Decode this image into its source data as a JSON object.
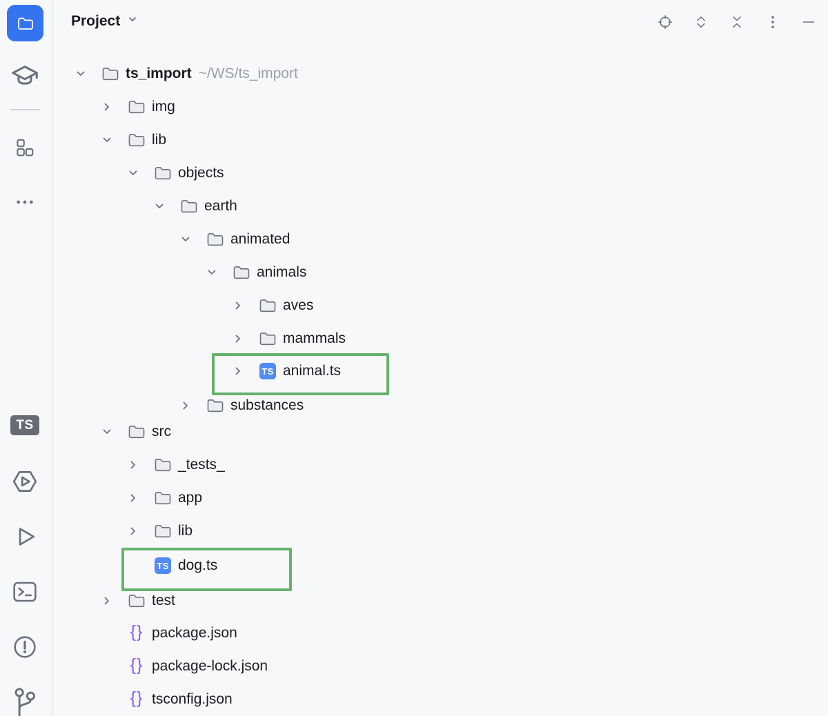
{
  "panel": {
    "title": "Project",
    "toolbar": [
      {
        "name": "select-opened-file"
      },
      {
        "name": "expand-all"
      },
      {
        "name": "collapse-all"
      },
      {
        "name": "more-options"
      },
      {
        "name": "hide-tool-window"
      }
    ]
  },
  "stripe": {
    "icons": [
      {
        "name": "project",
        "active": true
      },
      {
        "name": "learn"
      },
      {
        "name": "structure"
      },
      {
        "name": "more-tool-windows"
      },
      {
        "name": "typescript"
      },
      {
        "name": "services"
      },
      {
        "name": "run"
      },
      {
        "name": "terminal"
      },
      {
        "name": "problems"
      },
      {
        "name": "version-control"
      }
    ]
  },
  "glyphs": {
    "ts": "TS",
    "json": "{}"
  },
  "colors": {
    "accent_blue": "#3574F0",
    "ts_badge_blue": "#548AF7",
    "json_purple": "#875CF5",
    "highlight_green": "#66B26B",
    "icon_gray": "#6C707E",
    "path_gray": "#9CA0AA",
    "background": "#F7F8FA"
  },
  "tree": {
    "rows": [
      {
        "label": "ts_import",
        "path": "~/WS/ts_import",
        "level": 0,
        "expand": "expanded",
        "icon": "folder",
        "bold": true
      },
      {
        "label": "img",
        "level": 1,
        "expand": "collapsed",
        "icon": "folder"
      },
      {
        "label": "lib",
        "level": 1,
        "expand": "expanded",
        "icon": "folder"
      },
      {
        "label": "objects",
        "level": 2,
        "expand": "expanded",
        "icon": "folder"
      },
      {
        "label": "earth",
        "level": 3,
        "expand": "expanded",
        "icon": "folder"
      },
      {
        "label": "animated",
        "level": 4,
        "expand": "expanded",
        "icon": "folder"
      },
      {
        "label": "animals",
        "level": 5,
        "expand": "expanded",
        "icon": "folder"
      },
      {
        "label": "aves",
        "level": 6,
        "expand": "collapsed",
        "icon": "folder"
      },
      {
        "label": "mammals",
        "level": 6,
        "expand": "collapsed",
        "icon": "folder"
      },
      {
        "label": "animal.ts",
        "level": 6,
        "expand": "collapsed",
        "icon": "typescript",
        "highlighted": true
      },
      {
        "label": "substances",
        "level": 4,
        "expand": "collapsed",
        "icon": "folder"
      },
      {
        "label": "src",
        "level": 1,
        "expand": "expanded",
        "icon": "folder"
      },
      {
        "label": "_tests_",
        "level": 2,
        "expand": "collapsed",
        "icon": "folder"
      },
      {
        "label": "app",
        "level": 2,
        "expand": "collapsed",
        "icon": "folder"
      },
      {
        "label": "lib",
        "level": 2,
        "expand": "collapsed",
        "icon": "folder"
      },
      {
        "label": "dog.ts",
        "level": 2,
        "expand": "none",
        "icon": "typescript",
        "highlighted": true
      },
      {
        "label": "test",
        "level": 1,
        "expand": "collapsed",
        "icon": "folder"
      },
      {
        "label": "package.json",
        "level": 1,
        "expand": "none",
        "icon": "json"
      },
      {
        "label": "package-lock.json",
        "level": 1,
        "expand": "none",
        "icon": "json"
      },
      {
        "label": "tsconfig.json",
        "level": 1,
        "expand": "none",
        "icon": "json"
      }
    ]
  }
}
